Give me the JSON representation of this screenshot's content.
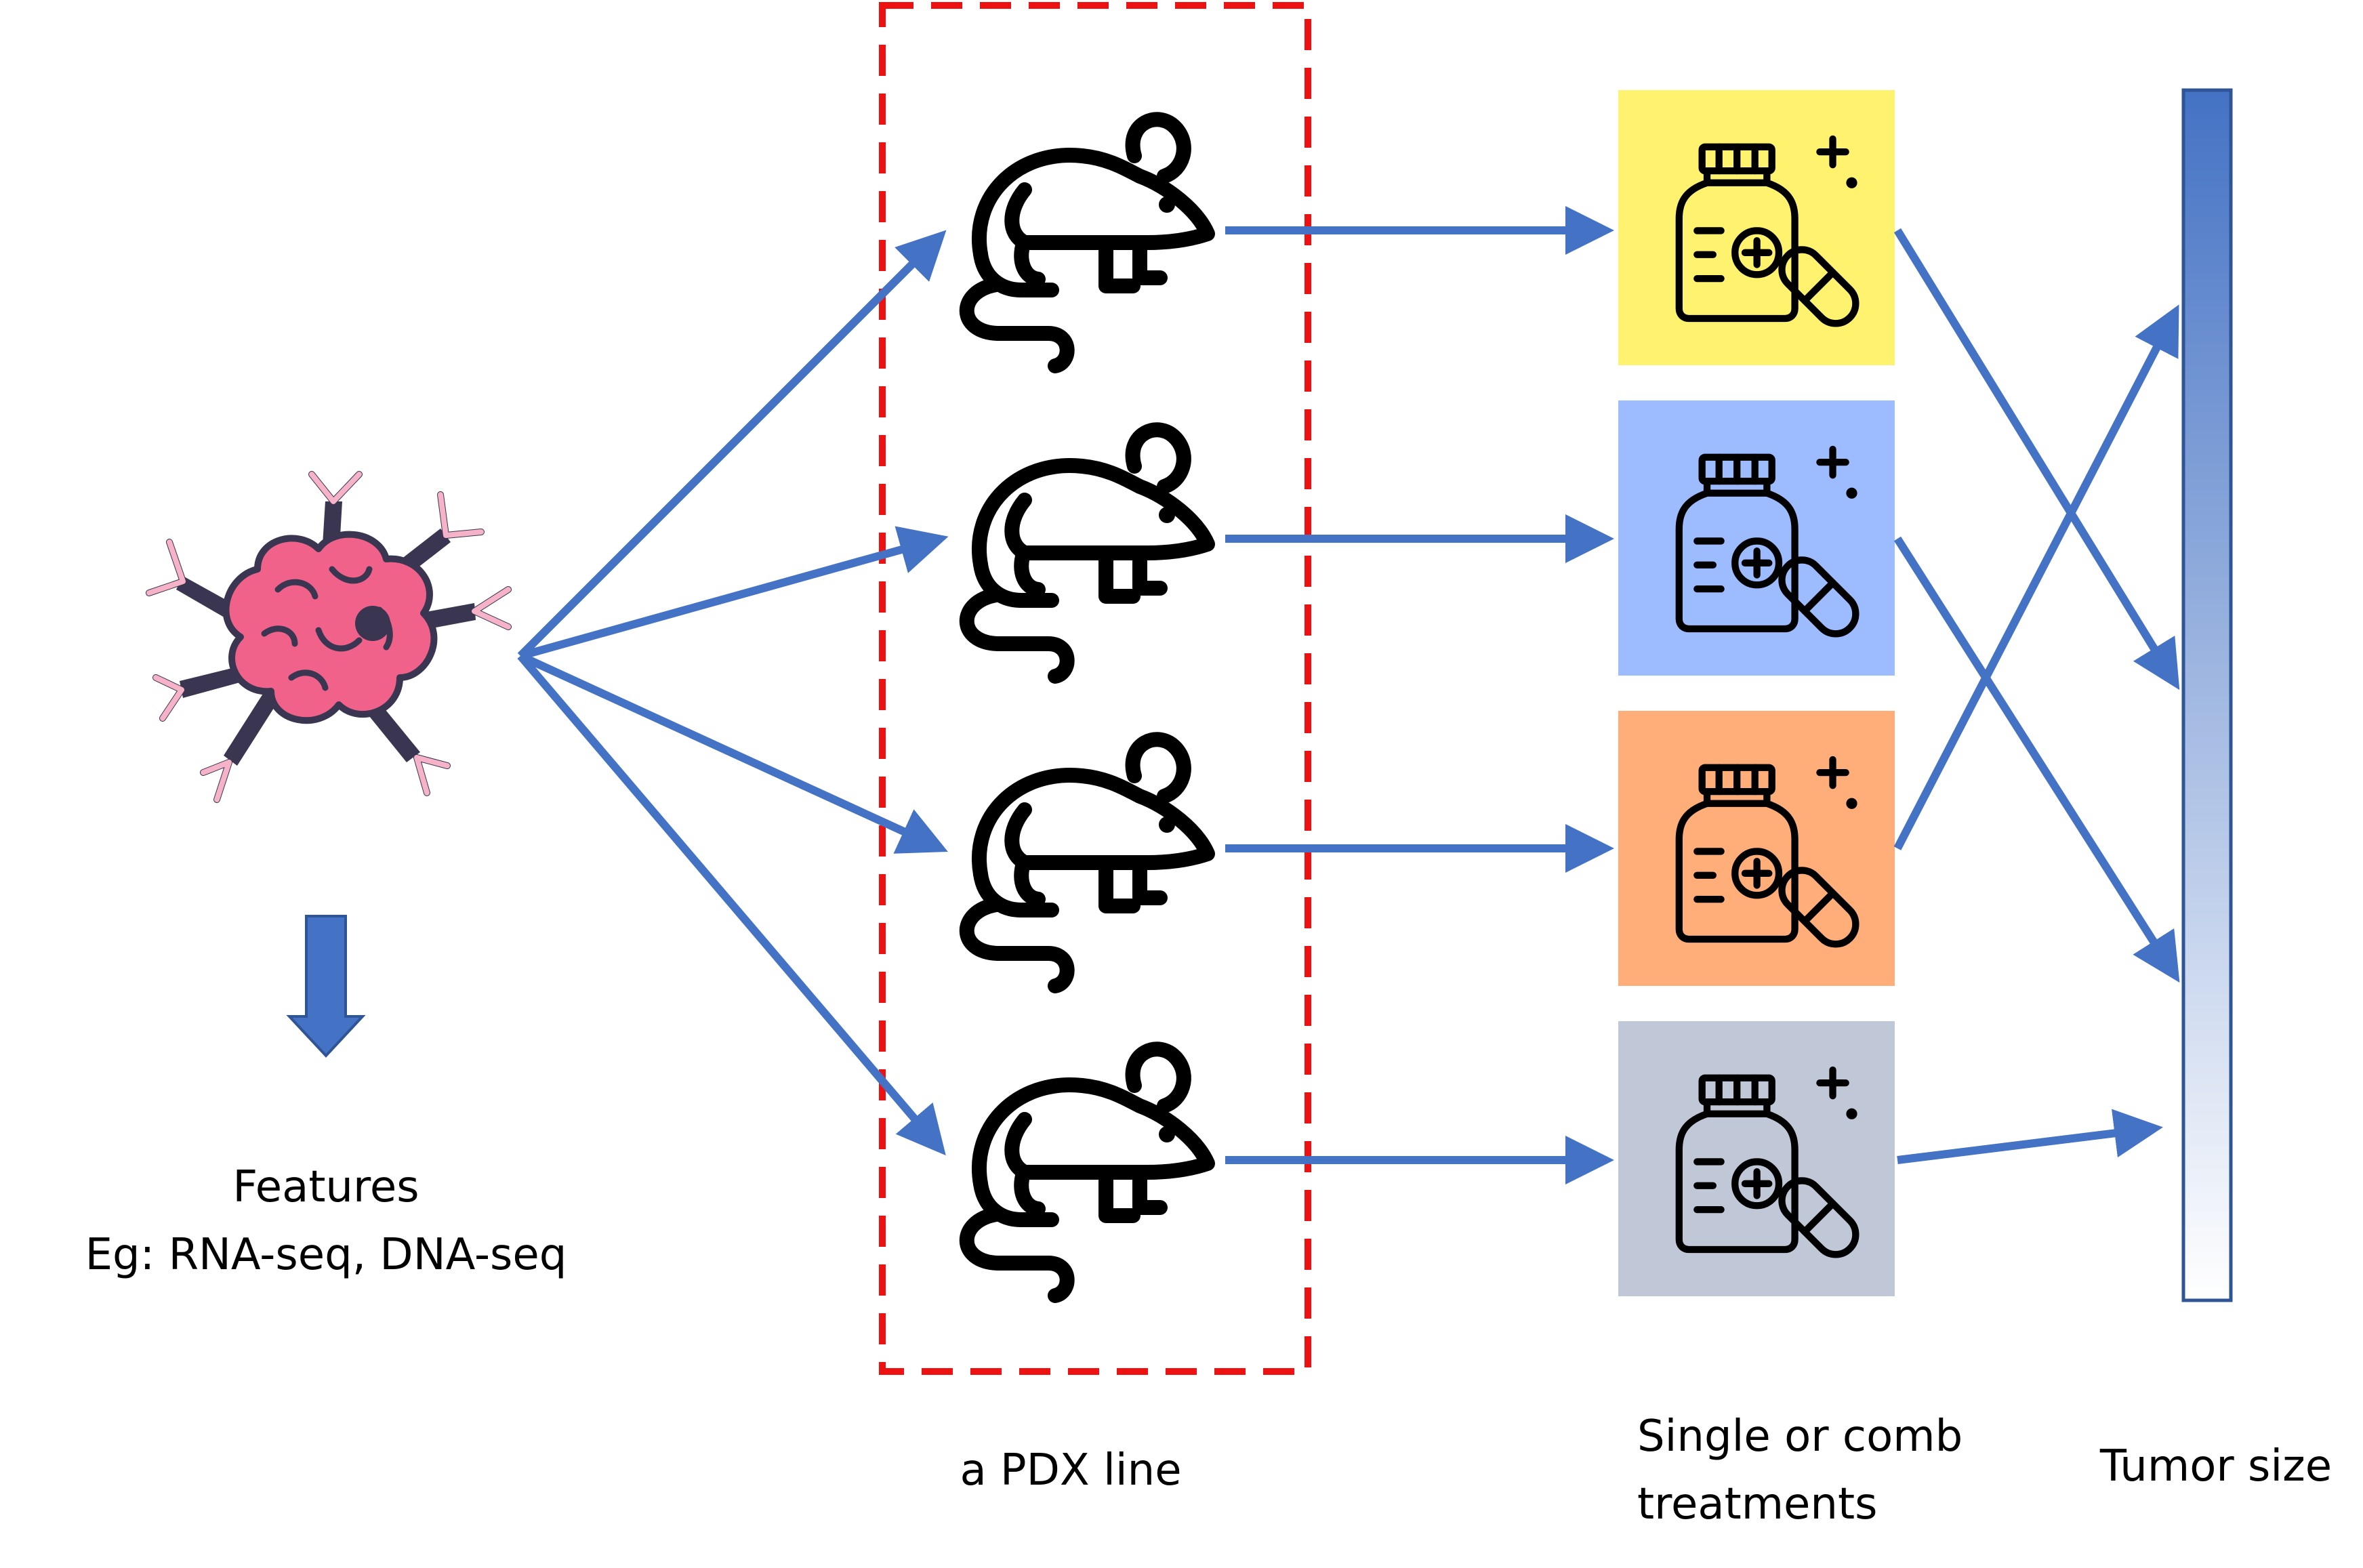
{
  "labels": {
    "features_title": "Features",
    "features_detail": "Eg: RNA-seq, DNA-seq",
    "pdx_line": "a PDX line",
    "treatments_line1": "Single or comb",
    "treatments_line2": "treatments",
    "tumor_size": "Tumor size"
  },
  "icons": {
    "tumor": "tumor-cell-icon",
    "mouse": "mouse-icon",
    "medicine": "medicine-bottle-pill-icon"
  },
  "mice": [
    {
      "name": "mouse-1"
    },
    {
      "name": "mouse-2"
    },
    {
      "name": "mouse-3"
    },
    {
      "name": "mouse-4"
    }
  ],
  "treatments": [
    {
      "name": "treatment-yellow",
      "color": "#FFF26E"
    },
    {
      "name": "treatment-blue",
      "color": "#9DBBFF"
    },
    {
      "name": "treatment-orange",
      "color": "#FFAE7A"
    },
    {
      "name": "treatment-gray",
      "color": "#C0C8D8"
    }
  ],
  "colors": {
    "arrow": "#4472C4",
    "dashed_box": "#EE1111",
    "tumor_body": "#F0628A",
    "tumor_arms": "#F6B3C7",
    "tumor_outline": "#3A3550",
    "bar_top": "#4472C4",
    "bar_bottom": "#FFFFFF"
  }
}
